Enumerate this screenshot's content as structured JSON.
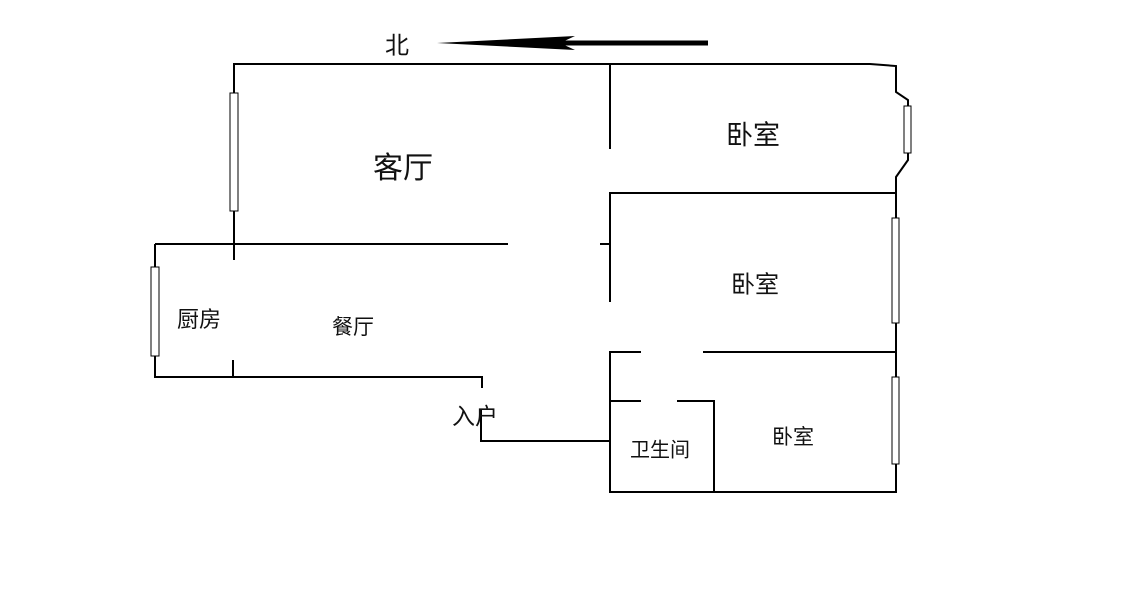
{
  "compass": {
    "label": "北"
  },
  "rooms": {
    "living_room": "客厅",
    "bedroom_1": "卧室",
    "bedroom_2": "卧室",
    "bedroom_3": "卧室",
    "kitchen": "厨房",
    "dining_room": "餐厅",
    "entrance": "入户",
    "bathroom": "卫生间"
  },
  "colors": {
    "line": "#000000",
    "background": "#ffffff"
  }
}
